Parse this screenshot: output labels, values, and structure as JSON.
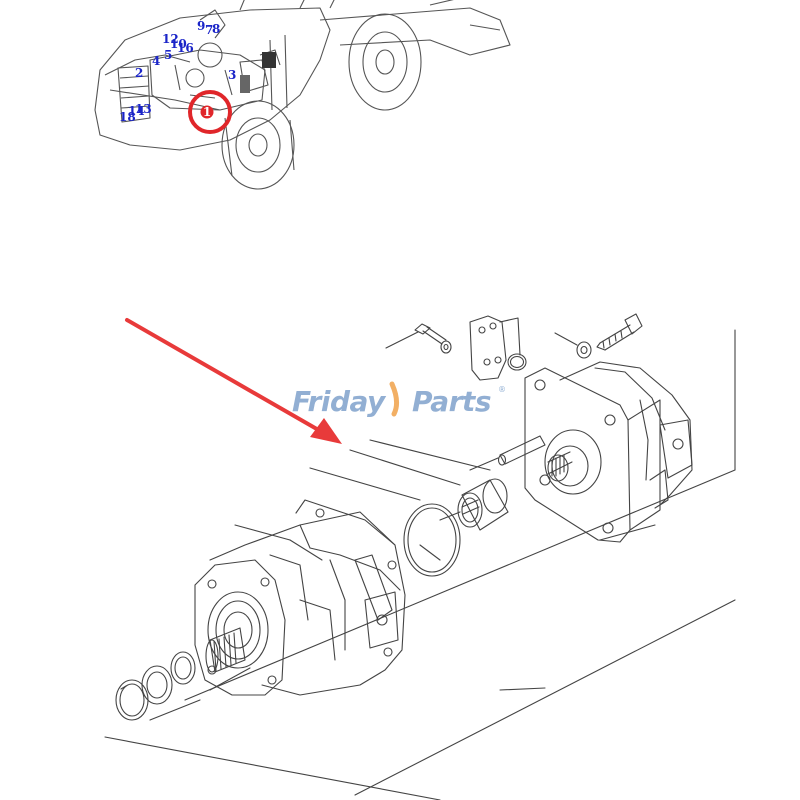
{
  "callouts": [
    {
      "id": "c1",
      "label": "1"
    },
    {
      "id": "c2",
      "label": "2"
    },
    {
      "id": "c3",
      "label": "3"
    },
    {
      "id": "c4",
      "label": "4"
    },
    {
      "id": "c5",
      "label": "5"
    },
    {
      "id": "c6",
      "label": "6"
    },
    {
      "id": "c7",
      "label": "7"
    },
    {
      "id": "c8",
      "label": "8"
    },
    {
      "id": "c9",
      "label": "9"
    },
    {
      "id": "c10",
      "label": "10"
    },
    {
      "id": "c12",
      "label": "12"
    },
    {
      "id": "c13",
      "label": "13"
    },
    {
      "id": "c14",
      "label": "14"
    },
    {
      "id": "c16",
      "label": "16"
    },
    {
      "id": "c18",
      "label": "18"
    }
  ],
  "highlight_callout": "1",
  "watermark": {
    "part1": "Friday",
    "part2": "Parts",
    "registered": "®"
  },
  "colors": {
    "callout": "#1a24c8",
    "highlight": "#e0262a",
    "arrow": "#e83a3a",
    "watermark_blue": "#7fa2cc",
    "watermark_orange": "#f0a24a",
    "line": "#444444"
  }
}
